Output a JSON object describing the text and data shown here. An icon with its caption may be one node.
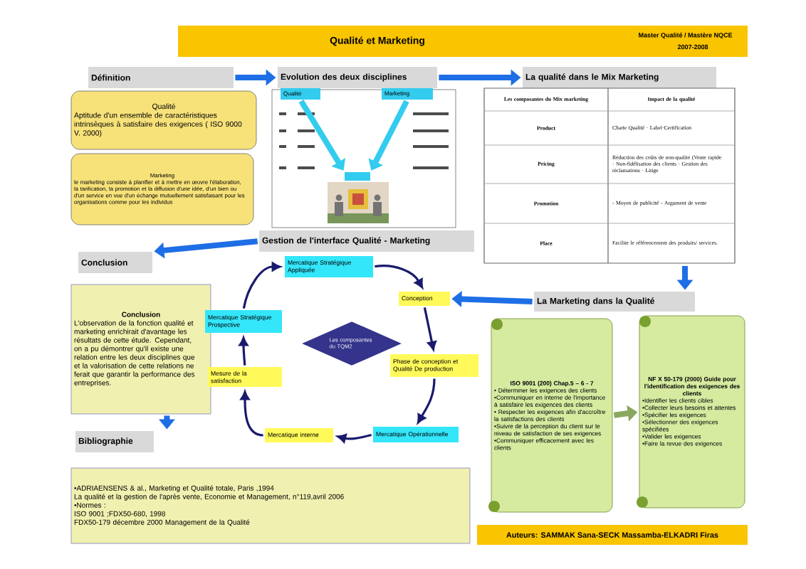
{
  "diagram": {
    "title": "Qualité et Marketing",
    "nodes": [
      {
        "text": [
          "Définition"
        ]
      },
      {
        "text": [
          "Qualité",
          "Aptitude d'un ensemble de caractéristiques intrinsèques à satisfaire des exigences ( ISO 9000 V. 2000)"
        ]
      },
      {
        "text": [
          "Marketing",
          "le marketing consiste à planifier et à mettre en œuvre l'élaboration, la tarification, la promotion et la diffusion d'une idée, d'un bien ou d'un service en vue d'un échange mutuellement satisfaisant pour les organisations comme pour les individus"
        ]
      },
      {
        "text": [
          "Evolution des deux disciplines"
        ]
      },
      {
        "text": [],
        "shape": "box"
      },
      {
        "text": [
          "Qualité"
        ],
        "in": 4
      },
      {
        "text": [
          "Marketing"
        ],
        "in": 4
      },
      {
        "text": [],
        "shape": "box",
        "in": 4
      },
      {
        "text": [],
        "shape": "picture",
        "in": 4
      },
      {
        "text": [
          "La qualité dans le Mix Marketing"
        ]
      },
      {
        "text": [
          "Gestion de l'interface Qualité - Marketing"
        ]
      },
      {
        "text": [
          "Conclusion"
        ]
      },
      {
        "text": [
          "Conclusion",
          "L'observation de la fonction qualité et marketing enrichirait d'avantage les résultats de cette étude. Cependant, on a pu démontrer qu'il existe une relation entre les deux disciplines que et la valorisation de cette relations ne ferait que garantir la performance des entreprises."
        ]
      },
      {
        "text": [
          "Bibliographie"
        ]
      },
      {
        "text": [
          "•ADRIAENSENS & al., Marketing et Qualité totale, Paris ,1994",
          "La qualité et la gestion de l'après vente, Economie et Management, n°119,avril 2006",
          "•Normes :",
          "ISO 9001 ;FDX50-680, 1998",
          "FDX50-179 décembre 2000 Management de la Qualité"
        ]
      },
      {
        "text": [
          "Les composantes du TQM2"
        ]
      },
      {
        "text": [
          "Mercatique Stratégique Appliquée"
        ]
      },
      {
        "text": [
          "Conception"
        ]
      },
      {
        "text": [
          "Phase de conception et Qualité De production"
        ]
      },
      {
        "text": [
          "Mercatique Opérationnelle"
        ]
      },
      {
        "text": [
          "Mercatique interne"
        ]
      },
      {
        "text": [
          "Mesure de la satisfaction"
        ]
      },
      {
        "text": [
          "Mercatique Stratégique Prospective"
        ]
      },
      {
        "text": [
          "La Marketing dans la Qualité"
        ]
      },
      {
        "text": [
          "ISO 9001 (200) Chap.5 – 6 - 7",
          "• Déterminer les exigences des clients",
          "•Communiquer en interne de l'importance à satisfaire les exigences des clients",
          "• Respecter les exigences afin d'accroître la satisfactions des clients",
          "•Suivre de la perception du client sur le niveau de satisfaction de ses exigences",
          "•Communiquer efficacement avec les clients"
        ]
      },
      {
        "text": [
          "NF X 50-179 (2000) Guide pour l'identification des exigences des clients",
          "•Identifier les clients cibles",
          "•Collecter leurs besoins et attentes",
          "•Spécifier les exigences",
          "•Sélectionner des exigences spécifiées",
          "•Valider les exigences",
          "•Faire la revue des exigences"
        ]
      }
    ],
    "edges": [
      {
        "from": 0,
        "to": 3,
        "arrow": "to",
        "color": "#1e6ee6"
      },
      {
        "from": 3,
        "to": 9,
        "arrow": "to",
        "color": "#1e6ee6"
      },
      {
        "from": null,
        "to": 23,
        "arrow": "to",
        "color": "#1e6ee6"
      },
      {
        "from": 23,
        "to": 17,
        "arrow": "to",
        "color": "#1e6ee6"
      },
      {
        "from": 10,
        "to": 11,
        "arrow": "to",
        "color": "#1e6ee6"
      },
      {
        "from": 12,
        "to": 13,
        "arrow": "to",
        "color": "#1e6ee6"
      },
      {
        "from": 24,
        "to": 25,
        "arrow": "to",
        "color": "#8aa860"
      },
      {
        "from": 5,
        "to": 7,
        "arrow": "to",
        "color": "#33ccee"
      },
      {
        "from": 6,
        "to": 7,
        "arrow": "to",
        "color": "#33ccee"
      },
      {
        "from": 16,
        "to": 17,
        "arrow": "to"
      },
      {
        "from": 17,
        "to": 18,
        "arrow": "to"
      },
      {
        "from": 18,
        "to": 19,
        "arrow": "to"
      },
      {
        "from": 19,
        "to": 20,
        "arrow": "to"
      },
      {
        "from": 20,
        "to": 21,
        "arrow": "to"
      },
      {
        "from": 21,
        "to": 22,
        "arrow": "to"
      },
      {
        "from": 22,
        "to": 16,
        "arrow": "to"
      }
    ],
    "labels": [
      "Master Qualité / Mastère NQCE",
      "2007-2008",
      "Les composantes du Mix marketing",
      "Impact de la qualité",
      "Product",
      "Charte Qualité · Label·Certification",
      "Pricing",
      "Réduction des coûts de non-qualité (Vente rapide · Non-fidélisation des clients · Gestion des réclamations · Litige",
      "Promotion",
      "- Moyen de publicité - Argument de vente",
      "Place",
      "Facilite le référencement des produits/ services.",
      "Auteurs: SAMMAK Sana-SECK Massamba-ELKADRI Firas"
    ]
  }
}
